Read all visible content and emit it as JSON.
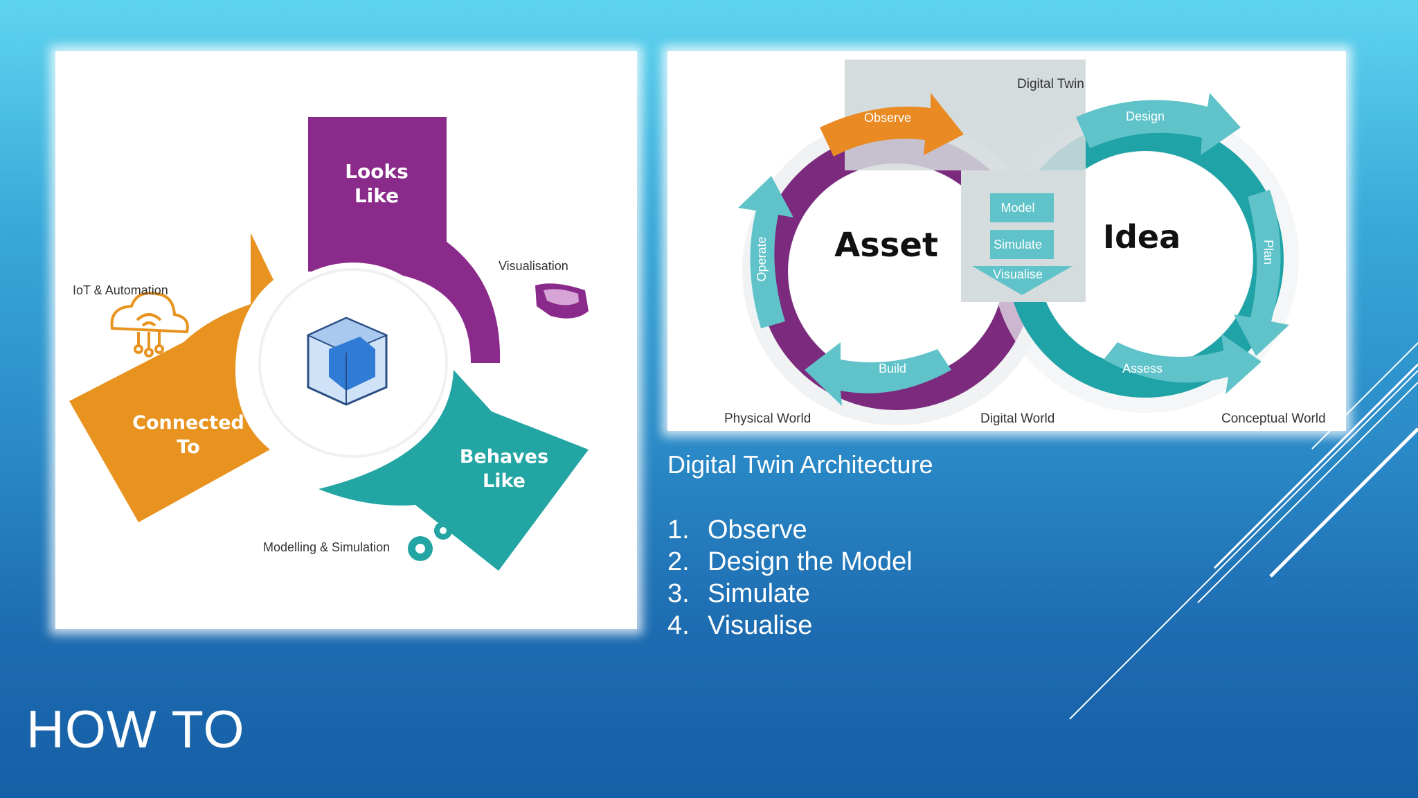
{
  "slide": {
    "title": "HOW TO",
    "caption": "Digital Twin Architecture",
    "steps": [
      {
        "num": "1.",
        "text": "Observe"
      },
      {
        "num": "2.",
        "text": "Design the Model"
      },
      {
        "num": "3.",
        "text": "Simulate"
      },
      {
        "num": "4.",
        "text": "Visualise"
      }
    ]
  },
  "left_diagram": {
    "looks_like": [
      "Looks",
      "Like"
    ],
    "connected_to": [
      "Connected",
      "To"
    ],
    "behaves_like": [
      "Behaves",
      "Like"
    ],
    "iot_label": "IoT & Automation",
    "visualisation_label": "Visualisation",
    "modelling_label": "Modelling & Simulation",
    "colors": {
      "purple": "#8a2a8a",
      "orange": "#e8931f",
      "teal": "#22a5a3",
      "cube": "#2f7bd6"
    },
    "icons": [
      "cloud-iot-icon",
      "vr-headset-icon",
      "gears-icon",
      "cube-icon"
    ]
  },
  "right_diagram": {
    "digital_twin_label": "Digital Twin",
    "asset_label": "Asset",
    "idea_label": "Idea",
    "model_label": "Model",
    "simulate_label": "Simulate",
    "visualise_label": "Visualise",
    "observe_label": "Observe",
    "operate_label": "Operate",
    "build_label": "Build",
    "design_label": "Design",
    "plan_label": "Plan",
    "assess_label": "Assess",
    "physical_world": "Physical World",
    "digital_world": "Digital World",
    "conceptual_world": "Conceptual World",
    "colors": {
      "purple": "#7b2a7d",
      "orange": "#e98a22",
      "teal": "#1fa3a6",
      "light_teal": "#5fc3c9",
      "grey_band": "#d5dcdd"
    }
  }
}
